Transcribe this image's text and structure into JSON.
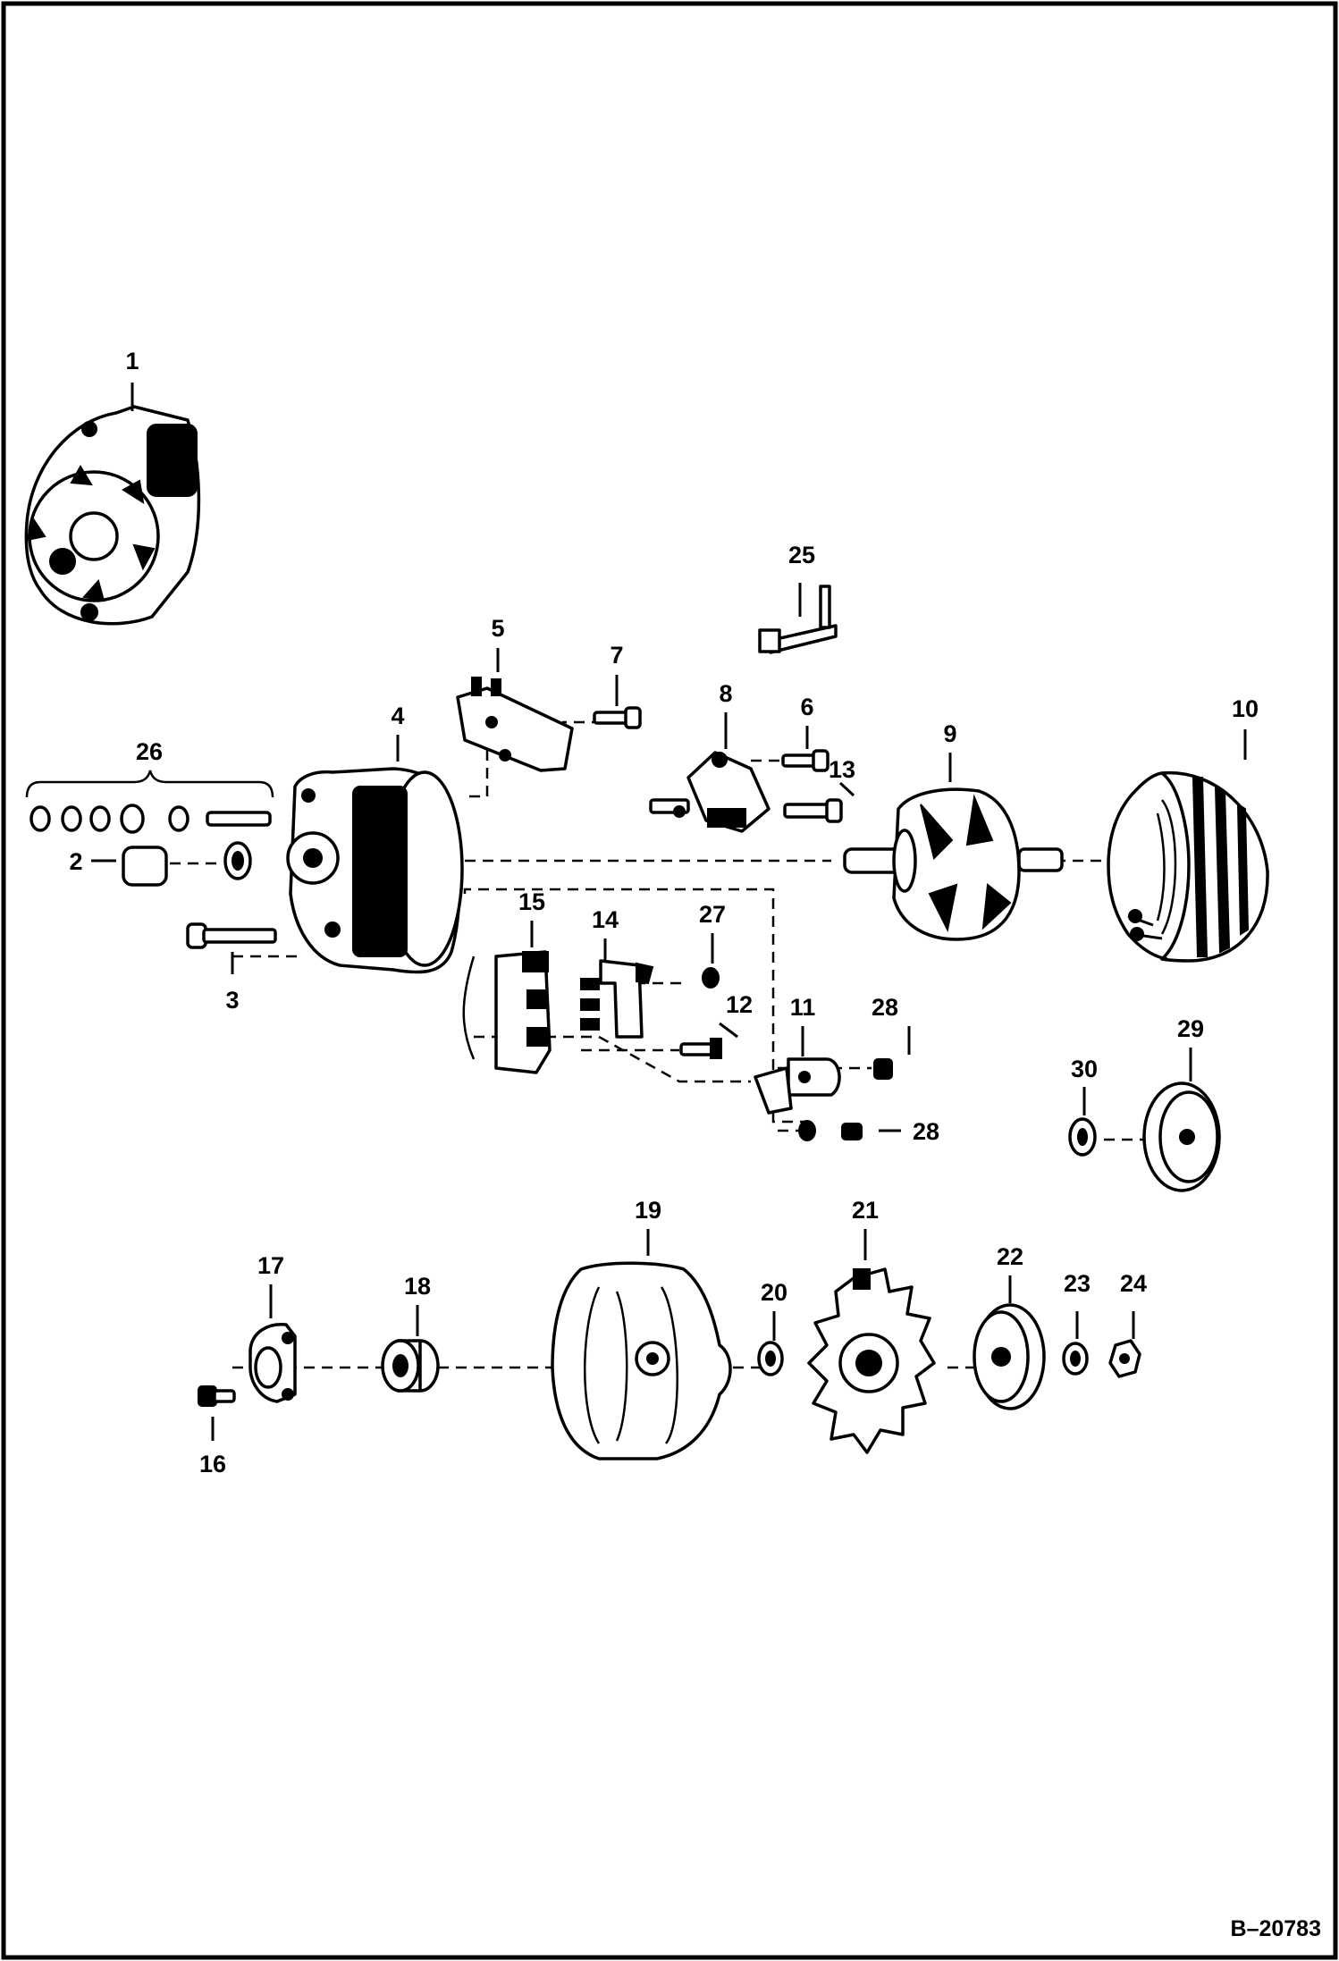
{
  "diagram": {
    "reference_code": "B–20783",
    "callouts": [
      "1",
      "2",
      "3",
      "4",
      "5",
      "6",
      "7",
      "8",
      "9",
      "10",
      "11",
      "12",
      "13",
      "14",
      "15",
      "16",
      "17",
      "18",
      "19",
      "20",
      "21",
      "22",
      "23",
      "24",
      "25",
      "26",
      "27",
      "28",
      "28",
      "29",
      "30"
    ]
  }
}
